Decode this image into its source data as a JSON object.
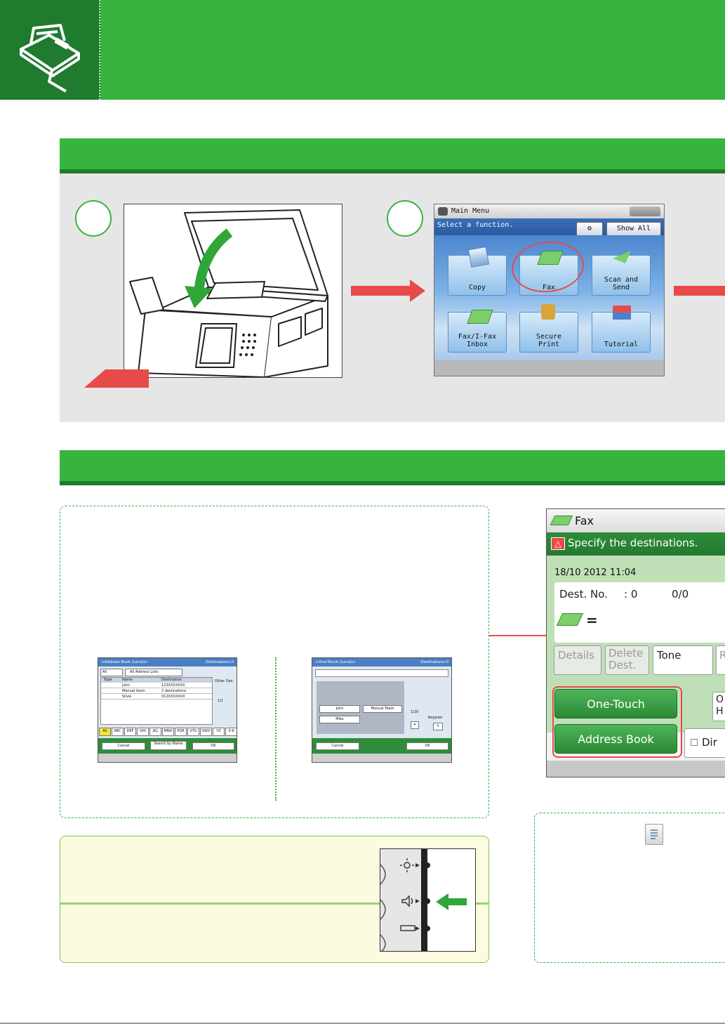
{
  "colors": {
    "brand_green": "#36b43f",
    "dark_green": "#1f7b2e",
    "accent_red": "#e84a4a",
    "panel_grey": "#e6e6e7",
    "note_yellow": "#fdfbdf"
  },
  "icons": {
    "header": "fax-machine-icon",
    "arrow": "arrow-right-icon",
    "note": "document-icon"
  },
  "main_menu": {
    "title": "Main Menu",
    "prompt": "Select a function.",
    "show_all": "Show All",
    "tiles": [
      {
        "label": "Copy"
      },
      {
        "label": "Fax"
      },
      {
        "label": "Scan and Send"
      },
      {
        "label": "Fax/I-Fax Inbox"
      },
      {
        "label": "Secure Print"
      },
      {
        "label": "Tutorial"
      }
    ]
  },
  "address_book_screen": {
    "title": "<Address Book (Local)>",
    "destinations": "Destinations:0",
    "filter_all": "All",
    "filter_lists": "All Address Lists",
    "col_type": "Type",
    "col_name": "Name",
    "col_destination": "Destination",
    "other_ops": "Other Ops.",
    "page": "1/1",
    "rows": [
      {
        "name": "John",
        "destination": "123XXXXXXX"
      },
      {
        "name": "Manual team",
        "destination": "2 destinations"
      },
      {
        "name": "Silvie",
        "destination": "012XXXXXXX"
      }
    ],
    "index_tabs": [
      "All",
      "ABC",
      "DEF",
      "GHI",
      "JKL",
      "MNO",
      "PQR",
      "STU",
      "VWX",
      "YZ",
      "0-9"
    ],
    "cancel": "Cancel",
    "search_by_name": "Search by Name",
    "ok": "OK"
  },
  "one_touch_screen": {
    "title": "<One-Touch (Local)>",
    "destinations": "Destinations:0",
    "buttons": [
      "John",
      "Manual Team",
      "Mike"
    ],
    "page": "1/20",
    "register": "Register",
    "cancel": "Cancel",
    "ok": "OK"
  },
  "fax_screen": {
    "title": "Fax",
    "message": "Specify the destinations.",
    "datetime": "18/10 2012 11:04",
    "dest_label": "Dest. No.",
    "dest_value": ": 0",
    "dest_count": "0/0",
    "details": "Details",
    "delete_dest_1": "Delete",
    "delete_dest_2": "Dest.",
    "tone": "Tone",
    "r_partial": "R",
    "one_touch": "One-Touch",
    "address_book": "Address Book",
    "o_partial": "O",
    "h_partial": "H",
    "dir_partial": "Dir"
  }
}
